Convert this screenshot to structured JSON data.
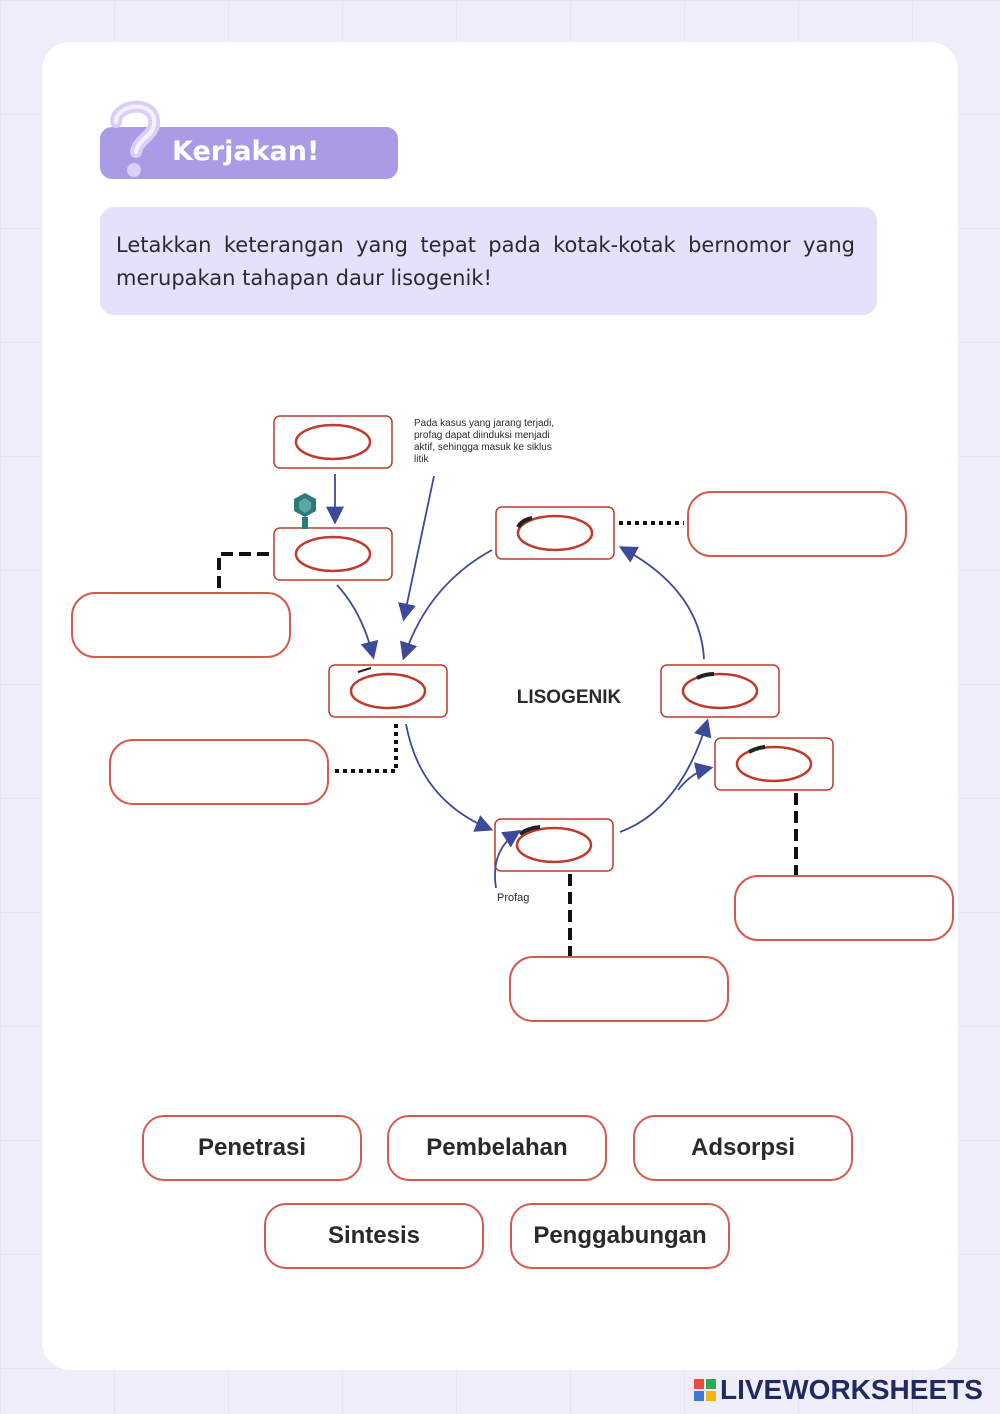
{
  "header": {
    "title": "Kerjakan!"
  },
  "instruction": {
    "text": "Letakkan keterangan yang tepat pada kotak-kotak bernomor yang merupakan tahapan daur lisogenik!"
  },
  "diagram": {
    "center_label": "LISOGENIK",
    "note": [
      "Pada kasus yang jarang terjadi,",
      "profag dapat diinduksi menjadi",
      "aktif, sehingga masuk ke siklus",
      "litik"
    ],
    "prophage_label": "Profag"
  },
  "options": [
    {
      "label": "Penetrasi"
    },
    {
      "label": "Pembelahan"
    },
    {
      "label": "Adsorpsi"
    },
    {
      "label": "Sintesis"
    },
    {
      "label": "Penggabungan"
    }
  ],
  "watermark": {
    "text": "LIVEWORKSHEETS"
  },
  "colors": {
    "accent": "#a99be6",
    "box_border": "#d45a4e",
    "arrow": "#3d4a9a",
    "phage": "#2d7a78"
  }
}
